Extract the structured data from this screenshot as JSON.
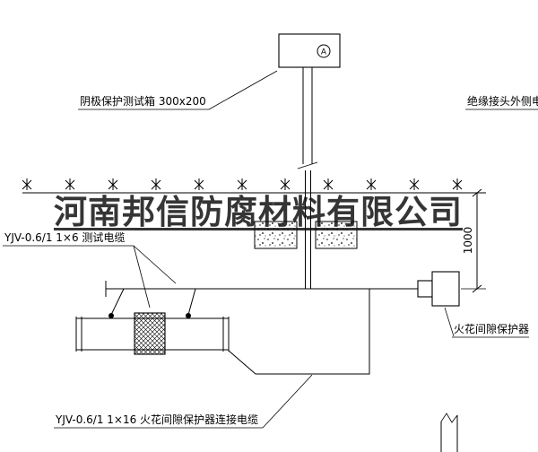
{
  "diagram": {
    "watermark": "河南邦信防腐材料有限公司",
    "labels": {
      "test_box": "阴极保护测试箱 300x200",
      "outer_cable": "绝缘接头外侧电缆",
      "test_cable": "YJV-0.6/1 1×6  测试电缆",
      "spark_gap": "火花间隙保护器",
      "spark_gap_cable": "YJV-0.6/1 1×16  火花间隙保护器连接电缆",
      "dimension": "1000",
      "meter": "A"
    },
    "colors": {
      "line": "#000000",
      "background": "#ffffff",
      "watermark": "#141414"
    }
  }
}
